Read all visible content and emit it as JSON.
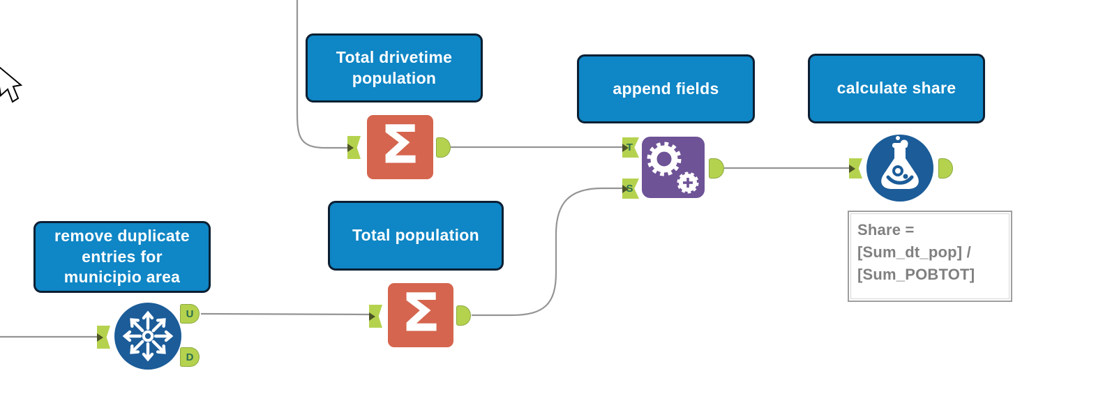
{
  "app": {
    "name": "workflow-canvas",
    "description_colors": {
      "comment_box_blue": "#0f86c5",
      "comment_box_border": "#0c1f33",
      "summarize_salmon": "#d5654e",
      "append_purple": "#6e5397",
      "tool_circle_blue": "#1b5c99",
      "anchor_green": "#b5d24f",
      "anchor_letter_green": "#2a6e52",
      "wire_gray": "#949494",
      "note_text_gray": "#808080"
    }
  },
  "workflow": {
    "comment_boxes": [
      {
        "id": "total-drivetime",
        "label": "Total drivetime population"
      },
      {
        "id": "append-fields",
        "label": "append fields"
      },
      {
        "id": "calculate-share",
        "label": "calculate share"
      },
      {
        "id": "remove-duplicate",
        "label": "remove duplicate entries for municipio area"
      },
      {
        "id": "total-population",
        "label": "Total population"
      }
    ],
    "tools": [
      {
        "id": "summarize-1",
        "type": "summarize",
        "glyph": "Σ"
      },
      {
        "id": "summarize-2",
        "type": "summarize",
        "glyph": "Σ"
      },
      {
        "id": "append-fields-tool",
        "type": "append-fields"
      },
      {
        "id": "formula-tool",
        "type": "formula"
      },
      {
        "id": "unique-tool",
        "type": "unique"
      }
    ],
    "anchor_letters": {
      "t": "T",
      "s": "S",
      "u": "U",
      "d": "D"
    },
    "annotation": {
      "text": "Share =\n[Sum_dt_pop] /\n[Sum_POBTOT]"
    }
  }
}
